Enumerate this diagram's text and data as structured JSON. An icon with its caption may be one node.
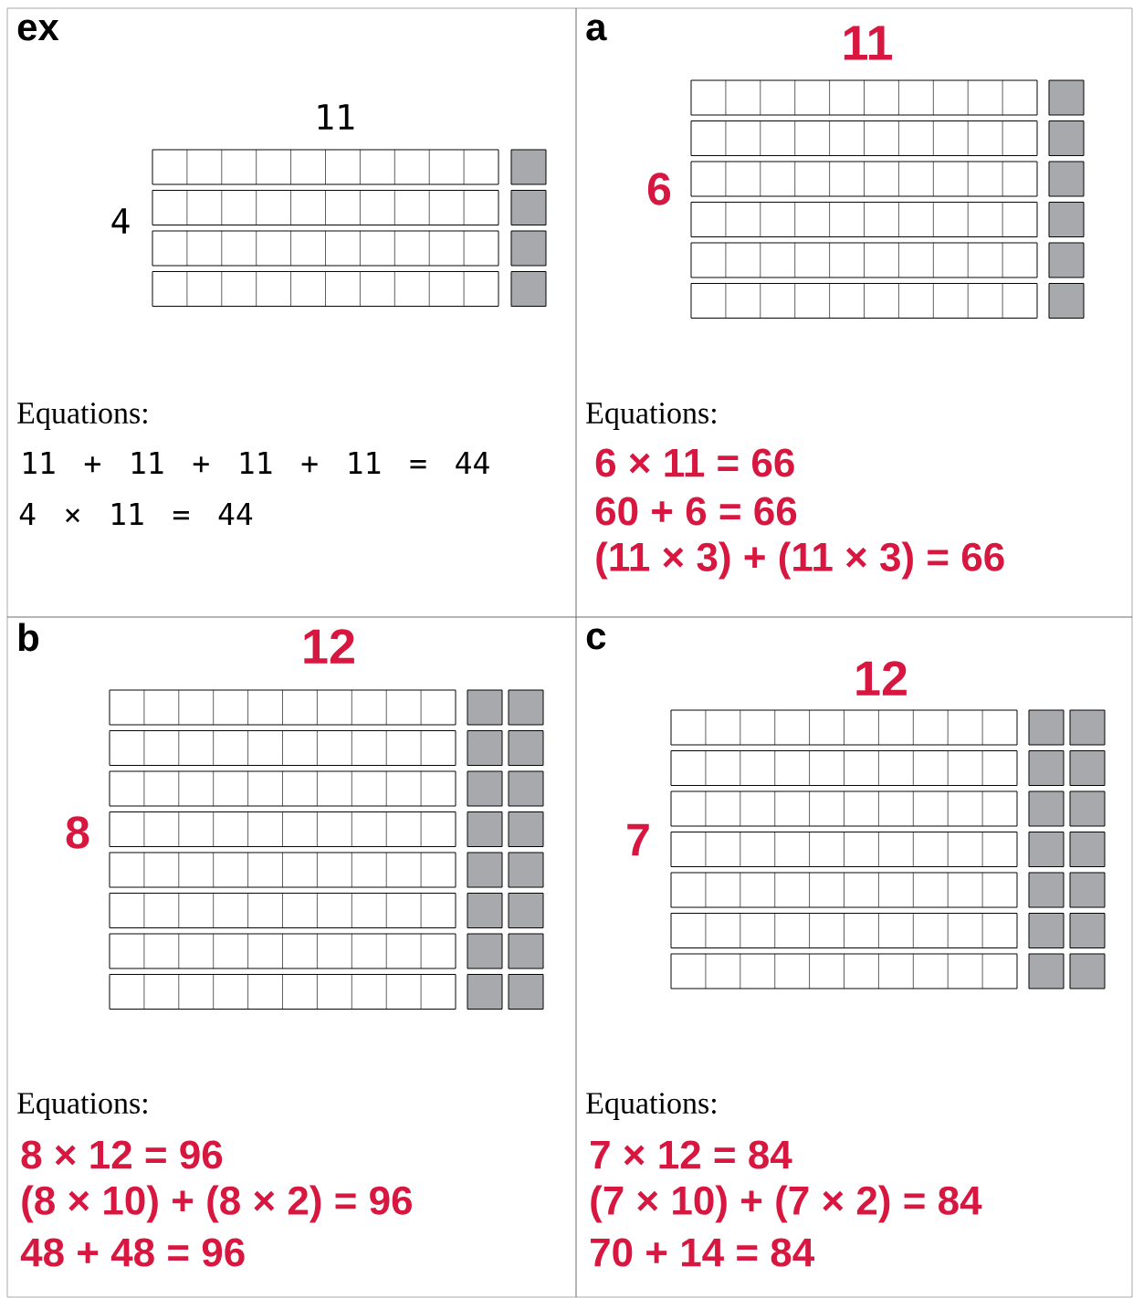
{
  "diagram": {
    "nodes": [
      {
        "text": [
          "ex",
          "11",
          "4",
          "Equations:",
          "11 + 11 + 11 + 11 = 44",
          "4 × 11 = 44"
        ]
      },
      {
        "text": [
          "a",
          "11",
          "6",
          "Equations:",
          "6 × 11 = 66",
          "60 + 6 = 66",
          "(11 × 3) + (11 × 3) = 66"
        ]
      },
      {
        "text": [
          "b",
          "12",
          "8",
          "Equations:",
          "8 × 12 = 96",
          "(8 × 10) + (8 × 2) = 96",
          "48 + 48 = 96"
        ]
      },
      {
        "text": [
          "c",
          "12",
          "7",
          "Equations:",
          "7 × 12 = 84",
          "(7 × 10) + (7 × 2) = 84",
          "70 + 14 = 84"
        ]
      }
    ]
  }
}
